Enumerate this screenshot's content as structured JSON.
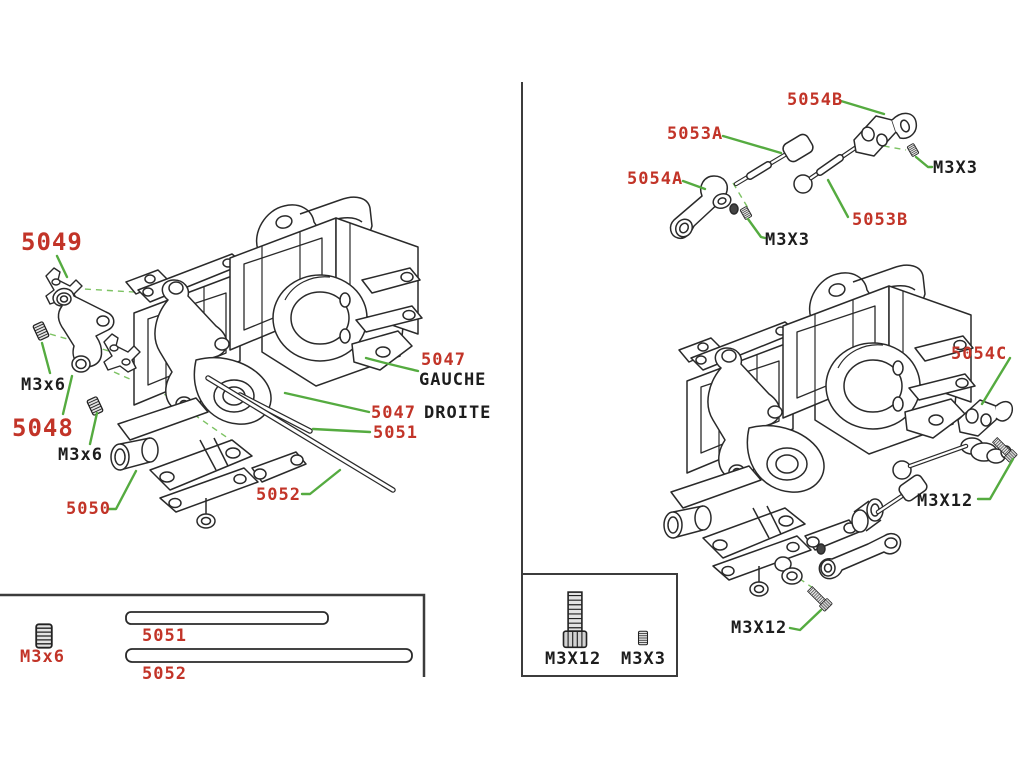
{
  "colors": {
    "label_red": "#c23428",
    "text_black": "#1d1d1d",
    "leader_green": "#55ab40",
    "line_art": "#2a2a2a"
  },
  "left": {
    "p5049": "5049",
    "m3x6_top": "M3x6",
    "p5048": "5048",
    "m3x6_mid": "M3x6",
    "p5047_gauche_num": "5047",
    "p5047_gauche_word": "GAUCHE",
    "p5047_droite_num": "5047",
    "p5047_droite_word": "DROITE",
    "p5051": "5051",
    "p5050": "5050",
    "p5052": "5052",
    "box": {
      "m3x6": "M3x6",
      "p5051": "5051",
      "p5052": "5052"
    }
  },
  "right": {
    "p5053a": "5053A",
    "p5054b": "5054B",
    "m3x3_top": "M3X3",
    "p5054a": "5054A",
    "m3x3_mid": "M3X3",
    "p5053b": "5053B",
    "p5054c": "5054C",
    "m3x12_mid": "M3X12",
    "m3x12_bottom": "M3X12",
    "box": {
      "m3x12": "M3X12",
      "m3x3": "M3X3"
    }
  }
}
